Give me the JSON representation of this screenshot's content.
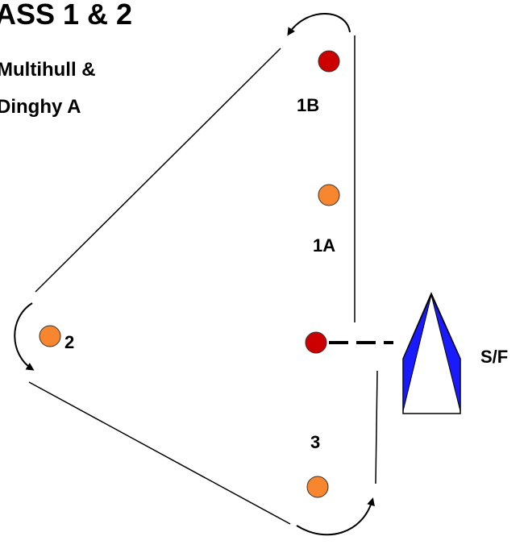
{
  "title": "ASS 1 & 2",
  "subtitle": [
    "Multihull &",
    "Dinghy A"
  ],
  "colors": {
    "mark_red": "#cc0000",
    "mark_orange": "#f7862f",
    "boat_blue": "#1a1aff",
    "line": "#000000"
  },
  "marks": [
    {
      "id": "1B",
      "label": "1B",
      "color": "red",
      "icon": "mark-buoy-icon"
    },
    {
      "id": "1A",
      "label": "1A",
      "color": "orange",
      "icon": "mark-buoy-icon"
    },
    {
      "id": "2",
      "label": "2",
      "color": "orange",
      "icon": "mark-buoy-icon"
    },
    {
      "id": "3",
      "label": "3",
      "color": "orange",
      "icon": "mark-buoy-icon"
    },
    {
      "id": "start",
      "label": "",
      "color": "red",
      "icon": "start-pin-buoy-icon"
    }
  ],
  "committee_boat": {
    "label": "S/F",
    "icon": "committee-boat-icon"
  }
}
